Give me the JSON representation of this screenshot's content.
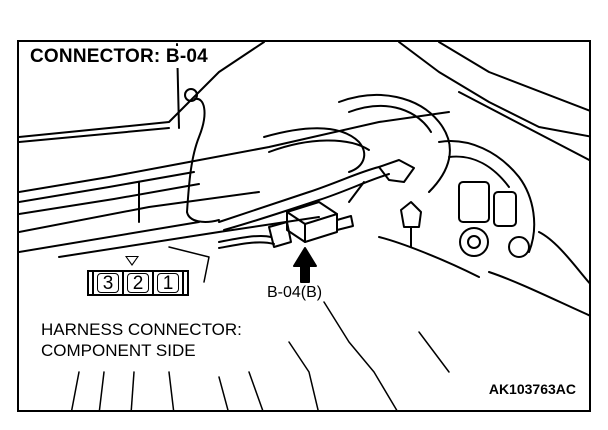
{
  "diagram": {
    "title": "CONNECTOR: B-04",
    "connector_callout": "B-04(B)",
    "caption_lines": [
      "HARNESS CONNECTOR:",
      "COMPONENT SIDE"
    ],
    "figure_id": "AK103763AC",
    "pins": [
      {
        "label": "3"
      },
      {
        "label": "2"
      },
      {
        "label": "1"
      }
    ]
  },
  "colors": {
    "ink": "#000000",
    "paper": "#ffffff"
  }
}
